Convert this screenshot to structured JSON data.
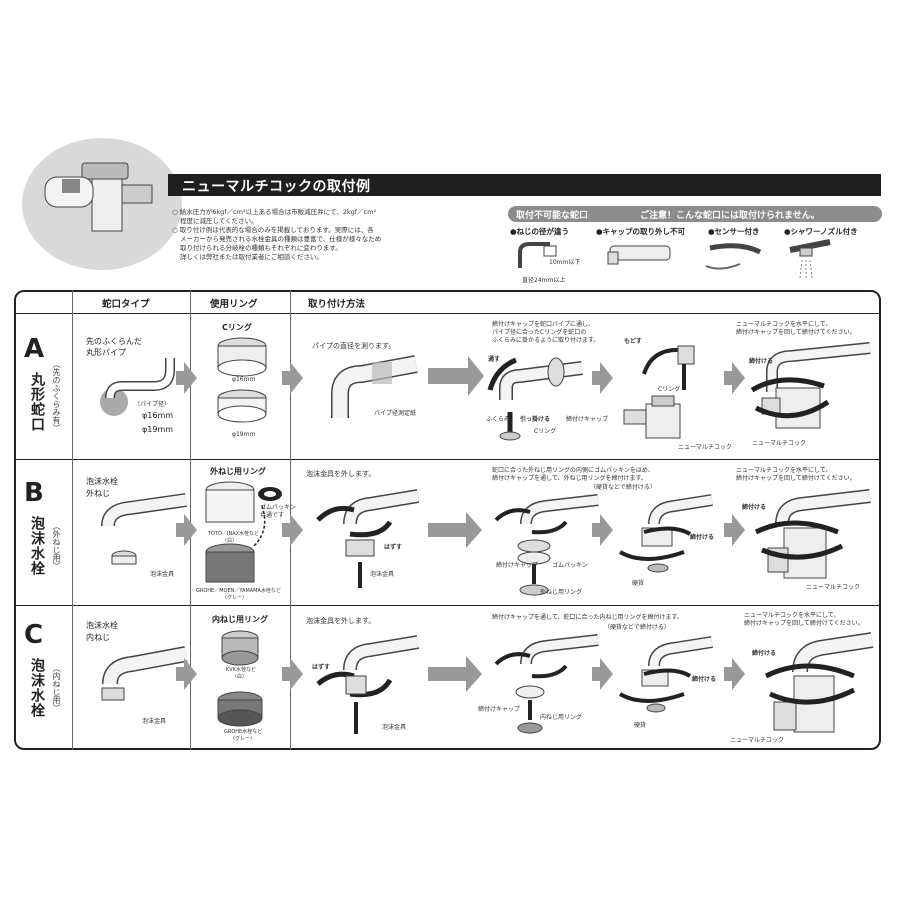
{
  "header": {
    "title": "ニューマルチコックの取付例",
    "notes": [
      "○ 給水圧力が6kgf／cm²以上ある場合は市販減圧弁にて、2kgf／cm²",
      "程度に減圧してください。",
      "○ 取り付け例は代表的な場合のみを掲載しております。実際には、各",
      "メーカーから発売される水栓金具の種類は豊富で、仕様が様々なため",
      "取り付けられる分岐栓の種類もそれぞれに変わります。",
      "詳しくは弊社または取付業者にご相談ください。"
    ]
  },
  "warning": {
    "left": "取付不可能な蛇口",
    "right": "ご注意！こんな蛇口には取付けられません。",
    "items": [
      "●ねじの径が違う",
      "●キャップの取り外し不可",
      "●センサー付き",
      "●シャワーノズル付き"
    ],
    "dim_label": "10mm以下",
    "diameter_label": "直径24mm以上"
  },
  "table": {
    "headers": [
      "蛇口タイプ",
      "使用リング",
      "取り付け方法"
    ],
    "rows": [
      {
        "letter": "A",
        "name": "丸形蛇口",
        "sub": "（先のふくらみ有）",
        "type_text": [
          "先のふくらんだ",
          "丸形パイプ"
        ],
        "pipe_label": "（パイプ径）",
        "sizes": [
          "φ16mm",
          "φ19mm"
        ],
        "ring_title": "Cリング",
        "ring_sizes": [
          "φ16mm",
          "φ19mm"
        ],
        "step1": "パイプの直径を測ります。",
        "step1_label": "パイプ径測定紙",
        "step2": [
          "締付けキャップを蛇口パイプに通し、",
          "パイプ径に合ったCリングを蛇口の",
          "ふくらみに掛かるように取り付けます。"
        ],
        "step2_labels": [
          "通す",
          "引っ掛ける",
          "ふくらみ",
          "Cリング",
          "締付けキャップ"
        ],
        "step3_labels": [
          "もどす",
          "Cリング",
          "ニューマルチコック"
        ],
        "step4": [
          "ニューマルチコックを水平にして、",
          "締付けキャップを回して締付けてください。"
        ],
        "step4_labels": [
          "締付ける",
          "ニューマルチコック"
        ]
      },
      {
        "letter": "B",
        "name": "泡沫水栓",
        "sub": "（外ねじ用）",
        "type_text": [
          "泡沫水栓",
          "外ねじ"
        ],
        "type_label": "泡沫金具",
        "ring_title": "外ねじ用リング",
        "ring_notes": [
          "ゴムパッキン",
          "共通です",
          "TOTO／INAX水栓など",
          "（白）",
          "GROHE／MOEN／YAMAMA水栓など",
          "（グレー）"
        ],
        "step1": "泡沫金具を外します。",
        "step1_labels": [
          "はずす",
          "泡沫金具"
        ],
        "step2": [
          "蛇口に合った外ねじ用リングの内側にゴムパッキンをはめ、",
          "締付けキャップを通して、外ねじ用リングを締付けます。",
          "（硬貨などで締付ける）"
        ],
        "step2_labels": [
          "締付けキャップ",
          "ゴムパッキン",
          "外ねじ用リング"
        ],
        "step3_labels": [
          "締付ける",
          "硬貨"
        ],
        "step4": [
          "ニューマルチコックを水平にして、",
          "締付けキャップを回して締付けてください。"
        ],
        "step4_labels": [
          "締付ける",
          "ニューマルチコック"
        ]
      },
      {
        "letter": "C",
        "name": "泡沫水栓",
        "sub": "（内ねじ用）",
        "type_text": [
          "泡沫水栓",
          "内ねじ"
        ],
        "type_label": "泡沫金具",
        "ring_title": "内ねじ用リング",
        "ring_notes": [
          "KVK水栓など",
          "（白）",
          "GROHE水栓など",
          "（グレー）"
        ],
        "step1": "泡沫金具を外します。",
        "step1_labels": [
          "はずす",
          "泡沫金具"
        ],
        "step2": [
          "締付けキャップを通して、蛇口に合った内ねじ用リングを締付けます。",
          "（硬貨などで締付ける）"
        ],
        "step2_labels": [
          "締付けキャップ",
          "内ねじ用リング"
        ],
        "step3_labels": [
          "締付ける",
          "硬貨"
        ],
        "step4": [
          "ニューマルチコックを水平にして、",
          "締付けキャップを回して締付けてください。"
        ],
        "step4_labels": [
          "締付ける",
          "ニューマルチコック"
        ]
      }
    ]
  },
  "colors": {
    "dark": "#1f1f1f",
    "gray": "#8c8c8c",
    "light": "#d9d9d9",
    "arrow": "#999999"
  }
}
